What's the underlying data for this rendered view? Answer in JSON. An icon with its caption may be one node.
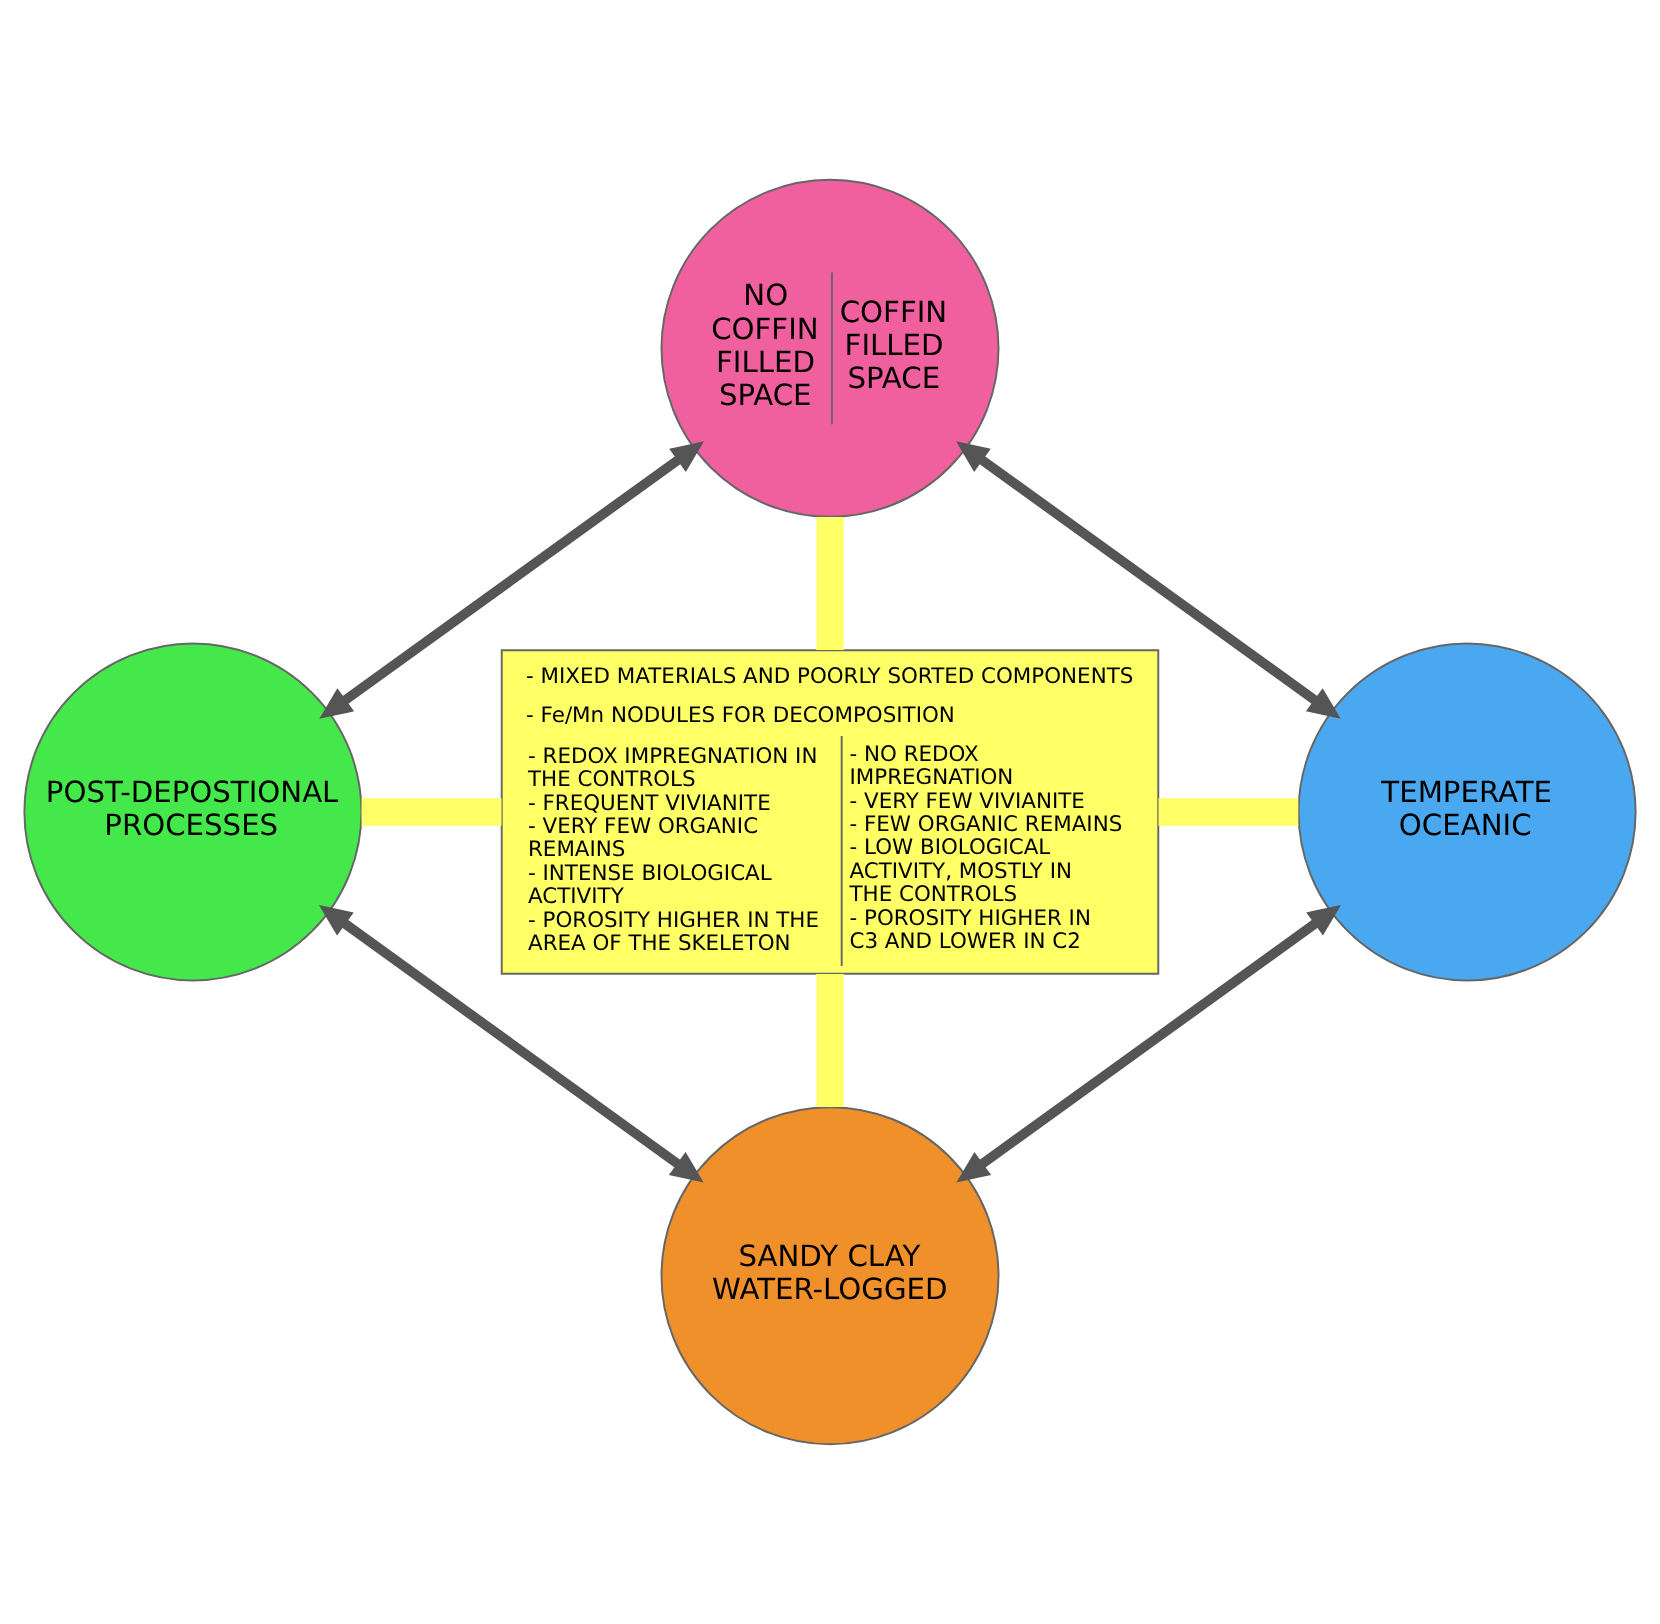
{
  "diagram": {
    "nodes": [
      {
        "text": [
          "NO COFFIN FILLED SPACE",
          "COFFIN FILLED SPACE"
        ]
      },
      {
        "text": [
          "POST-DEPOSTIONAL PROCESSES"
        ]
      },
      {
        "text": [
          "- MIXED MATERIALS AND POORLY SORTED COMPONENTS",
          "- Fe/Mn NODULES FOR DECOMPOSITION",
          "- REDOX IMPREGNATION IN THE CONTROLS",
          "- FREQUENT VIVIANITE",
          "- VERY FEW ORGANIC REMAINS",
          "- INTENSE BIOLOGICAL ACTIVITY",
          "- POROSITY HIGHER IN THE AREA OF THE SKELETON",
          "- NO REDOX IMPREGNATION",
          "- VERY FEW VIVIANITE",
          "- FEW ORGANIC REMAINS",
          "- LOW BIOLOGICAL ACTIVITY, MOSTLY IN THE CONTROLS",
          "- POROSITY HIGHER IN C3 AND LOWER IN C2"
        ]
      },
      {
        "text": [
          "TEMPERATE OCEANIC"
        ]
      },
      {
        "text": [
          "SANDY CLAY WATER-LOGGED"
        ]
      }
    ],
    "edges": [
      {
        "from": 0,
        "to": 3,
        "arrow": "both"
      },
      {
        "from": 3,
        "to": 4,
        "arrow": "both"
      },
      {
        "from": 4,
        "to": 1,
        "arrow": "both"
      },
      {
        "from": 1,
        "to": 0,
        "arrow": "both"
      },
      {
        "from": 0,
        "to": 2,
        "arrow": "none",
        "style": "thick",
        "color": "#ffff66"
      },
      {
        "from": 1,
        "to": 2,
        "arrow": "none",
        "style": "thick",
        "color": "#ffff66"
      },
      {
        "from": 2,
        "to": 3,
        "arrow": "none",
        "style": "thick",
        "color": "#ffff66"
      },
      {
        "from": 2,
        "to": 4,
        "arrow": "none",
        "style": "thick",
        "color": "#ffff66"
      }
    ]
  }
}
